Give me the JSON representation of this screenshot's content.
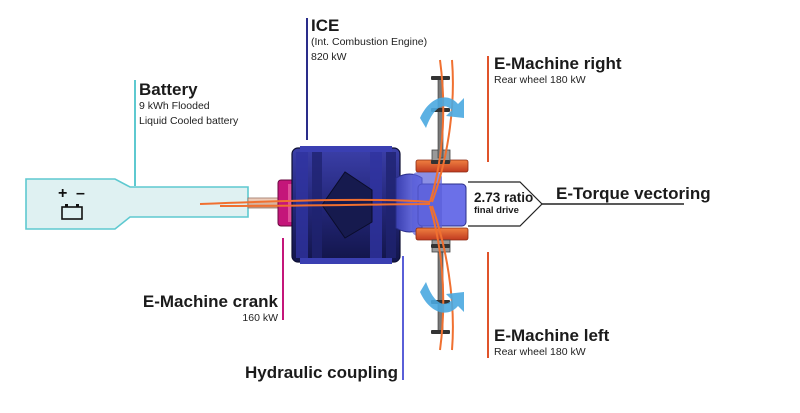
{
  "labels": {
    "battery": {
      "title": "Battery",
      "line1": "9 kWh Flooded",
      "line2": "Liquid Cooled battery"
    },
    "ice": {
      "title": "ICE",
      "line1": "(Int. Combustion Engine)",
      "line2": "820 kW"
    },
    "emachine_right": {
      "title": "E-Machine right",
      "line1": "Rear wheel 180 kW"
    },
    "emachine_left": {
      "title": "E-Machine left",
      "line1": "Rear wheel 180 kW"
    },
    "emachine_crank": {
      "title": "E-Machine crank",
      "line1": "160 kW"
    },
    "hydraulic": {
      "title": "Hydraulic coupling"
    },
    "torque_vectoring": {
      "title": "E-Torque vectoring"
    },
    "ratio": {
      "value": "2.73 ratio",
      "caption": "final drive"
    }
  },
  "battery_symbols": {
    "plus": "+",
    "minus": "–"
  },
  "colors": {
    "battery_body": "#dff1f2",
    "battery_line": "#5ec9d0",
    "ice_blue": "#2a2d8a",
    "ice_dark": "#161a4e",
    "magenta": "#c4167a",
    "emachine_orange": "#e0532a",
    "energy_flow": "#f07030",
    "coupling_blue": "#5a5fd8",
    "flow_arrow": "#4aa8e0"
  },
  "icons": [
    "battery-icon",
    "flow-arrow-icon",
    "wheel-axle-icon"
  ]
}
